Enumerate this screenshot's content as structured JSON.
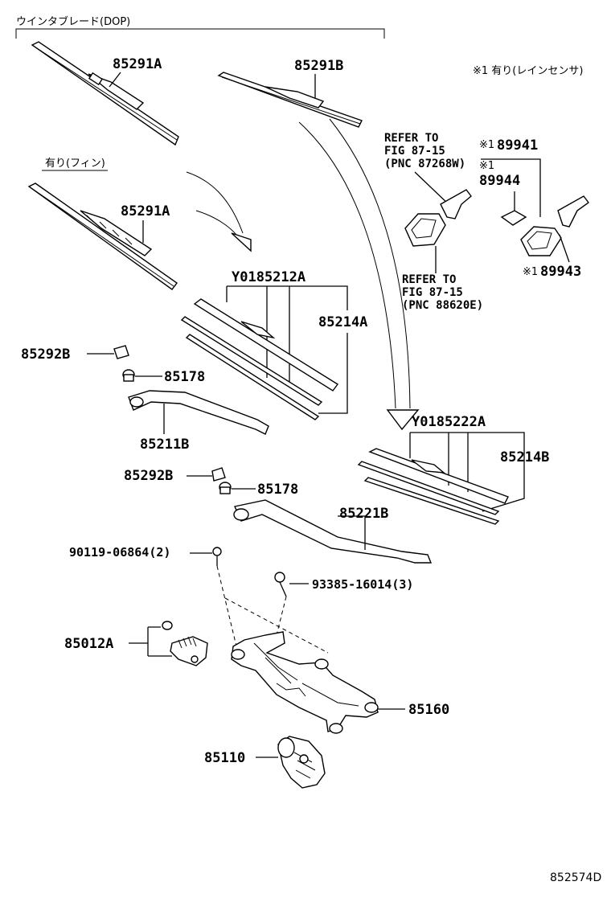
{
  "header": {
    "group_label": "ウインタブレード(DOP)",
    "fin_label": "有り(フィン)",
    "sensor_note": "※1 有り(レインセンサ)"
  },
  "parts": {
    "p1": "85291A",
    "p2": "85291B",
    "p3": "85291A",
    "p4": "Y0185212A",
    "p5": "85214A",
    "p6": "85292B",
    "p7": "85178",
    "p8": "85211B",
    "p9": "85292B",
    "p10": "85178",
    "p11": "Y0185222A",
    "p12": "85214B",
    "p13": "85221B",
    "p14": "90119-06864(2)",
    "p15": "93385-16014(3)",
    "p16": "85012A",
    "p17": "85160",
    "p18": "85110",
    "s1_mark": "※1",
    "s1": "89941",
    "s2_mark": "※1",
    "s2": "89944",
    "s3_mark": "※1",
    "s3": "89943"
  },
  "refs": {
    "r1_l1": "REFER TO",
    "r1_l2": "FIG 87-15",
    "r1_l3": "(PNC 87268W)",
    "r2_l1": "REFER TO",
    "r2_l2": "FIG 87-15",
    "r2_l3": "(PNC 88620E)"
  },
  "footer": {
    "diagram_code": "852574D"
  }
}
